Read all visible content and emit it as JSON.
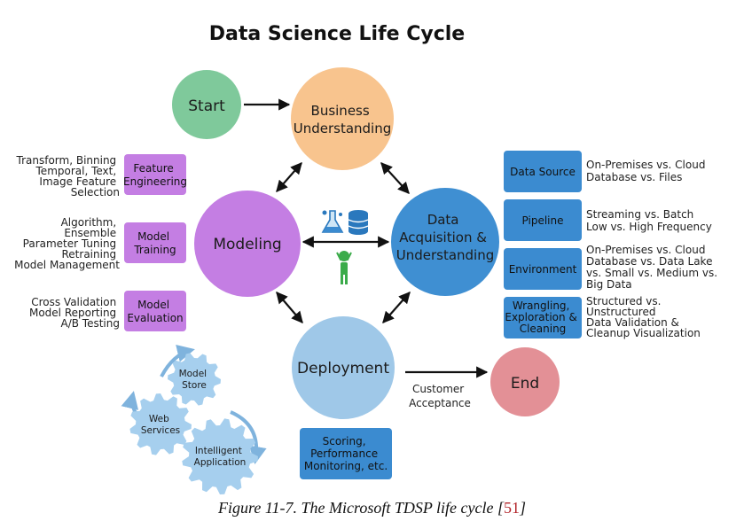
{
  "title": "Data Science Life Cycle",
  "nodes": {
    "start": "Start",
    "business": [
      "Business",
      "Understanding"
    ],
    "modeling": "Modeling",
    "acquisition": [
      "Data",
      "Acquisition &",
      "Understanding"
    ],
    "deployment": "Deployment",
    "end": "End"
  },
  "customer_acceptance": [
    "Customer",
    "Acceptance"
  ],
  "modeling_steps": [
    {
      "label": [
        "Feature",
        "Engineering"
      ],
      "details": [
        "Transform, Binning",
        "Temporal, Text,",
        "Image Feature",
        "Selection"
      ]
    },
    {
      "label": [
        "Model",
        "Training"
      ],
      "details": [
        "Algorithm,",
        "Ensemble",
        "Parameter Tuning",
        "Retraining",
        "Model Management"
      ]
    },
    {
      "label": [
        "Model",
        "Evaluation"
      ],
      "details": [
        "Cross Validation",
        "Model Reporting",
        "A/B Testing"
      ]
    }
  ],
  "acquisition_steps": [
    {
      "label": [
        "Data Source"
      ],
      "details": [
        "On-Premises vs. Cloud",
        "Database vs. Files"
      ]
    },
    {
      "label": [
        "Pipeline"
      ],
      "details": [
        "Streaming vs. Batch",
        "Low vs. High Frequency"
      ]
    },
    {
      "label": [
        "Environment"
      ],
      "details": [
        "On-Premises vs. Cloud",
        "Database vs. Data Lake",
        "vs. Small vs. Medium vs.",
        "Big Data"
      ]
    },
    {
      "label": [
        "Wrangling,",
        "Exploration &",
        "Cleaning"
      ],
      "details": [
        "Structured vs.",
        "Unstructured",
        "Data Validation &",
        "Cleanup Visualization"
      ]
    }
  ],
  "deployment_box": [
    "Scoring,",
    "Performance",
    "Monitoring, etc."
  ],
  "gears": {
    "model_store": [
      "Model",
      "Store"
    ],
    "web_services": [
      "Web",
      "Services"
    ],
    "intelligent_application": [
      "Intelligent",
      "Application"
    ]
  },
  "caption": {
    "prefix": "Figure 11-7. The Microsoft TDSP life cycle [",
    "ref": "51",
    "suffix": "]"
  },
  "colors": {
    "start": "#7fc99b",
    "business": "#f8c48e",
    "modeling": "#c47ee3",
    "acquisition": "#3f8fd2",
    "deployment": "#9fc8e8",
    "end": "#e39096",
    "purple_box": "#c47ee3",
    "blue_box": "#3b8bd0",
    "gear": "#a6cfee",
    "gear_arrow": "#7fb3dd"
  },
  "icons": [
    "lab-flask-icon",
    "database-icon",
    "person-icon"
  ]
}
